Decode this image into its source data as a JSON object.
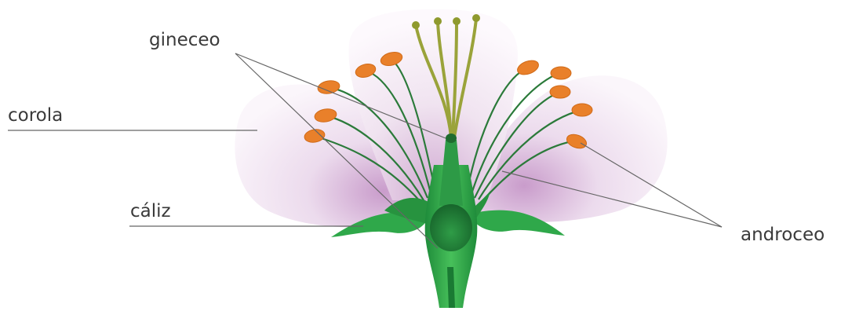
{
  "labels": {
    "gineceo": "gineceo",
    "corola": "corola",
    "caliz": "cáliz",
    "androceo": "androceo"
  },
  "colors": {
    "petal": "#eedcee",
    "petal_shadow": "#c9a0c9",
    "stem_dark": "#1f7a35",
    "stem_light": "#3fb34f",
    "filament": "#2b7a3a",
    "anther": "#e9802a",
    "style_green": "#9aa33a",
    "leader": "#666666"
  },
  "icons": {
    "flower": "flower-diagram-icon"
  }
}
